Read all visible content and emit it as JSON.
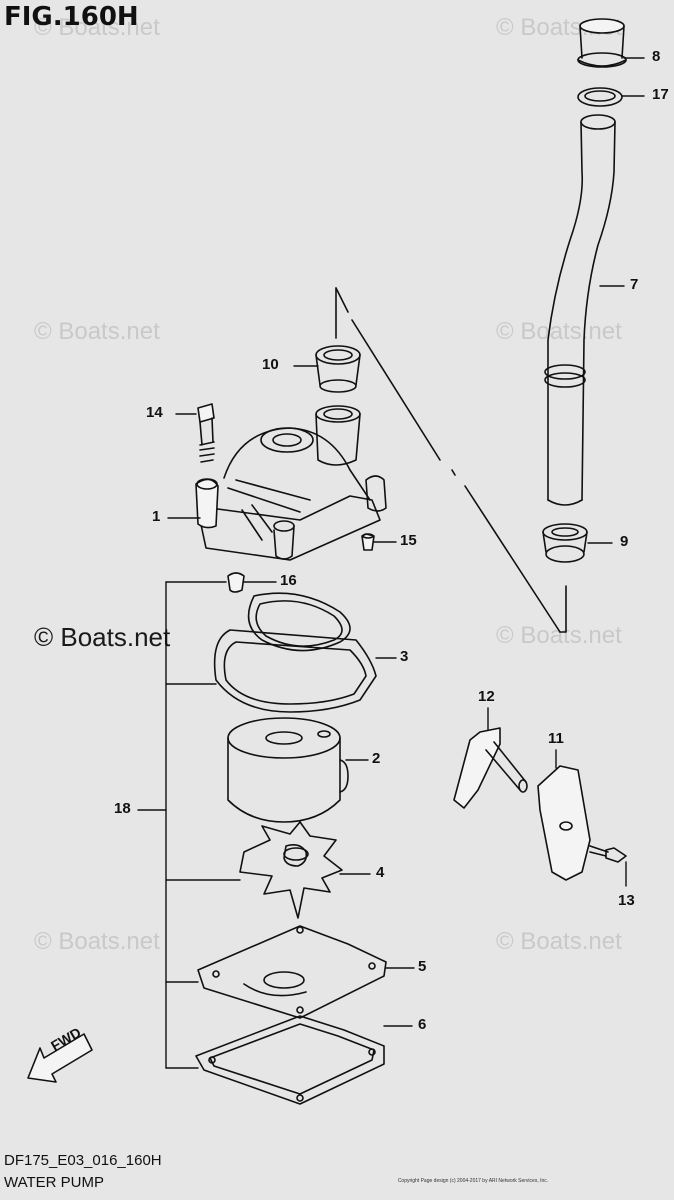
{
  "figure": {
    "title": "FIG.160H",
    "code": "DF175_E03_016_160H",
    "caption": "WATER PUMP"
  },
  "watermark": {
    "text": "© Boats.net",
    "prominent_text": "© Boats.net"
  },
  "fwd_label": "FWD",
  "copyright_small": "Copyright\nPage design (c) 2004-2017 by ARI Network Services, Inc.",
  "callouts": [
    {
      "id": "c1",
      "label": "1"
    },
    {
      "id": "c2",
      "label": "2"
    },
    {
      "id": "c3",
      "label": "3"
    },
    {
      "id": "c4",
      "label": "4"
    },
    {
      "id": "c5",
      "label": "5"
    },
    {
      "id": "c6",
      "label": "6"
    },
    {
      "id": "c7",
      "label": "7"
    },
    {
      "id": "c8",
      "label": "8"
    },
    {
      "id": "c9",
      "label": "9"
    },
    {
      "id": "c10",
      "label": "10"
    },
    {
      "id": "c11",
      "label": "11"
    },
    {
      "id": "c12",
      "label": "12"
    },
    {
      "id": "c13",
      "label": "13"
    },
    {
      "id": "c14",
      "label": "14"
    },
    {
      "id": "c15",
      "label": "15"
    },
    {
      "id": "c16",
      "label": "16"
    },
    {
      "id": "c17",
      "label": "17"
    },
    {
      "id": "c18",
      "label": "18"
    }
  ],
  "colors": {
    "background": "#e6e6e6",
    "line": "#111111",
    "watermark": "#c9c9c9"
  }
}
